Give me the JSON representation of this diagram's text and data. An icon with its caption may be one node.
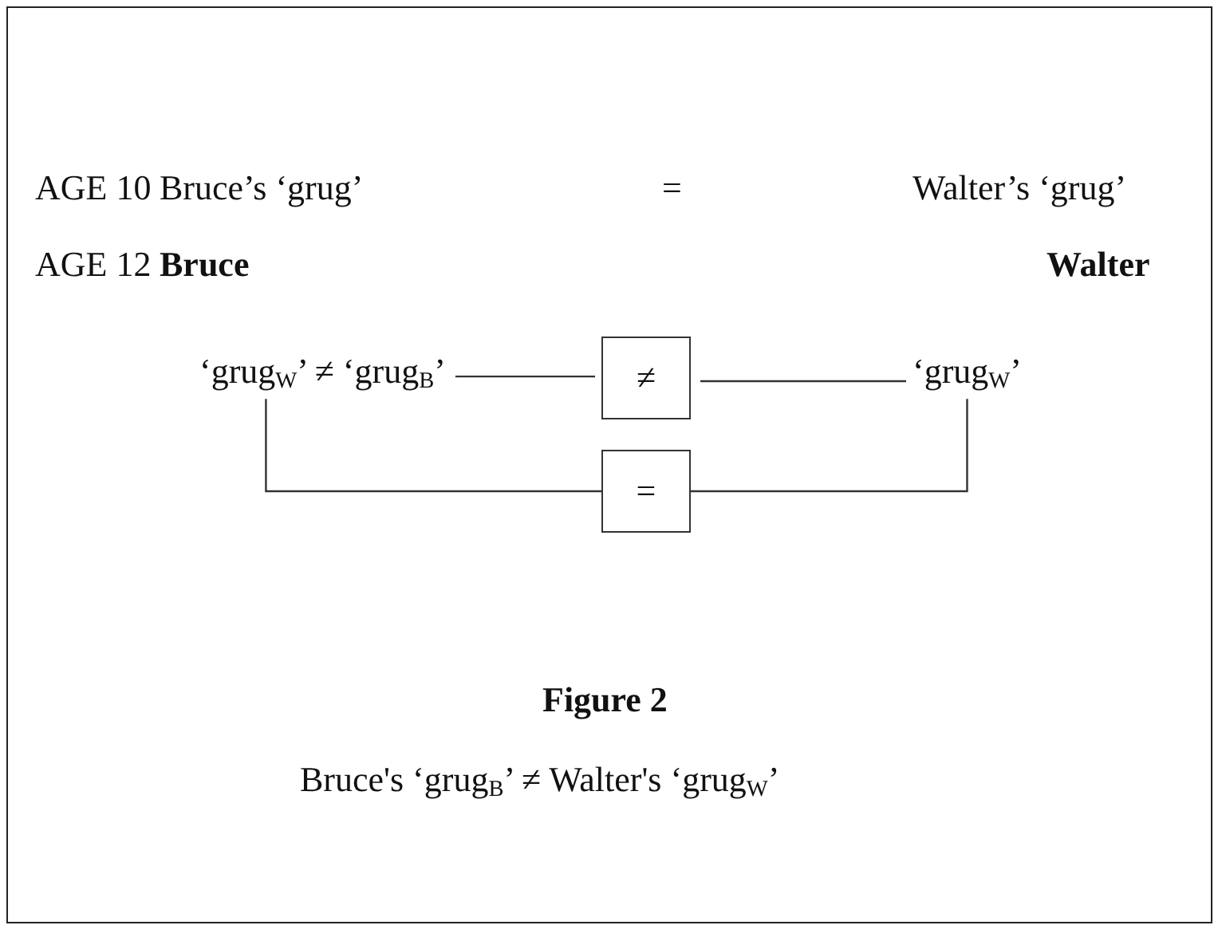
{
  "diagram": {
    "title": "Figure 2",
    "caption": "Bruce's ‘grug$_{B}$’ ≠ Walter's ‘grug$_{W}$’",
    "nodes": [
      {
        "text": [
          "‘grug$_{W}$’ ≠ ‘grug$_{B}$’"
        ]
      },
      {
        "text": [
          "≠"
        ]
      },
      {
        "text": [
          "‘grug$_{W}$’"
        ]
      },
      {
        "text": [
          "="
        ]
      }
    ],
    "edges": [
      {
        "from": 0,
        "to": 1,
        "arrow": "none"
      },
      {
        "from": 1,
        "to": 2,
        "arrow": "none"
      },
      {
        "from": 0,
        "to": 3,
        "arrow": "none"
      },
      {
        "from": 3,
        "to": 2,
        "arrow": "none"
      }
    ],
    "labels": [
      "AGE 10",
      "Bruce’s ‘grug’",
      "=",
      "Walter’s ‘grug’",
      "AGE 12",
      "Bruce",
      "Walter"
    ]
  }
}
